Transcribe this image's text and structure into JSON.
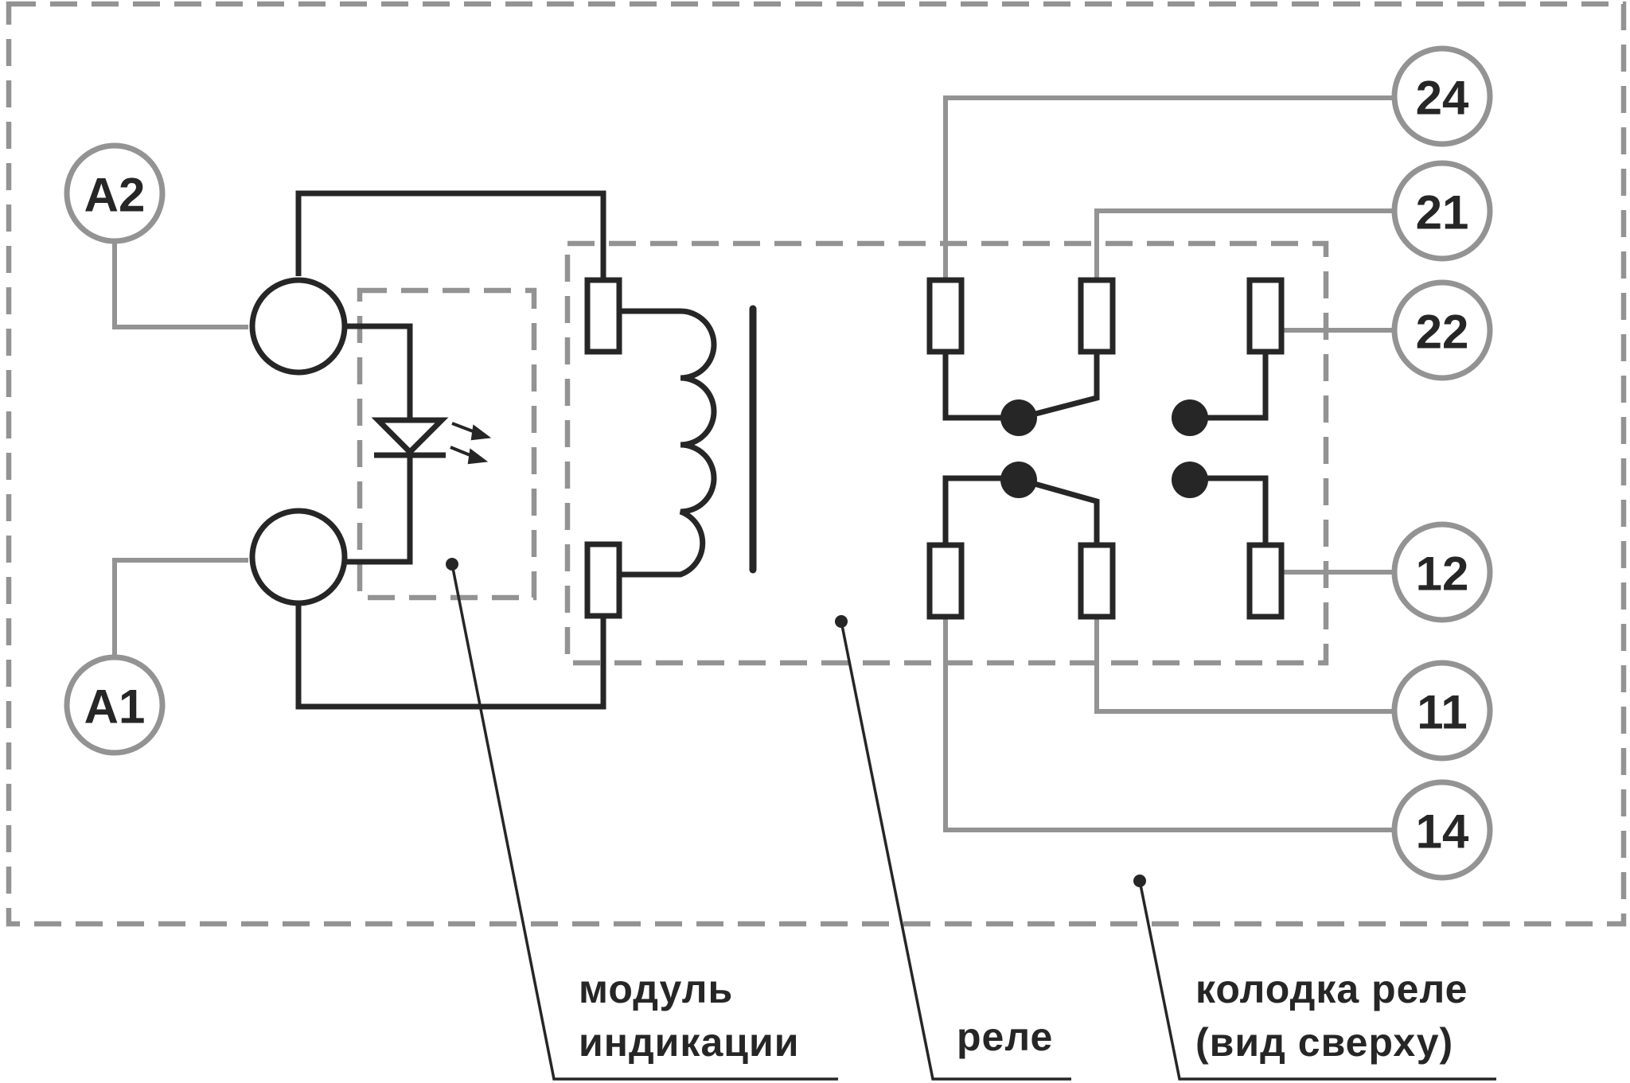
{
  "terminals": {
    "a2": "A2",
    "a1": "A1",
    "t24": "24",
    "t21": "21",
    "t22": "22",
    "t12": "12",
    "t11": "11",
    "t14": "14"
  },
  "labels": {
    "indication_module_line1": "модуль",
    "indication_module_line2": "индикации",
    "relay": "реле",
    "socket_line1": "колодка реле",
    "socket_line2": "(вид сверху)"
  },
  "colors": {
    "wire_dark": "#262626",
    "wire_gray": "#939393",
    "background": "#ffffff"
  }
}
